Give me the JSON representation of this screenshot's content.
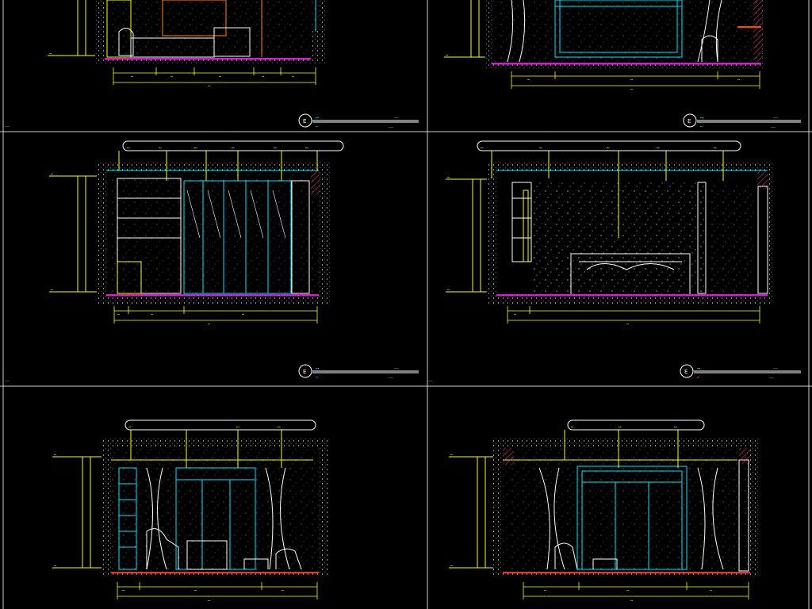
{
  "colors": {
    "background": "#000000",
    "frame": "#d0d0d0",
    "wall_hatch": "#1a1aff",
    "annotation": "#ffff00",
    "elevation_line": "#00e5ff",
    "furniture": "#ffffff",
    "accent_green": "#00ff66",
    "accent_red": "#ff2a2a",
    "accent_pink": "#ff33aa",
    "accent_magenta": "#ff00ff"
  },
  "sheet": {
    "panels": [
      {
        "id": "top-left",
        "title": "…",
        "scale": "…",
        "room": "…",
        "sub": "…",
        "note": "…",
        "tags": []
      },
      {
        "id": "top-right",
        "title": "…",
        "scale": "…",
        "room": "…",
        "sub": "…",
        "note": "",
        "tags": []
      },
      {
        "id": "middle-left",
        "title": "…",
        "scale": "…",
        "room": "…",
        "sub": "…",
        "note": "…",
        "tags": [
          "…",
          "…",
          "…",
          "…",
          "…",
          "…"
        ]
      },
      {
        "id": "middle-right",
        "title": "…",
        "scale": "…",
        "room": "…",
        "sub": "…",
        "note": "…",
        "tags": [
          "…",
          "…",
          "…",
          "…",
          "…"
        ]
      },
      {
        "id": "bottom-left",
        "title": "",
        "scale": "",
        "room": "",
        "sub": "",
        "note": "",
        "tags": [
          "…",
          "…",
          "…"
        ]
      },
      {
        "id": "bottom-right",
        "title": "",
        "scale": "",
        "room": "",
        "sub": "",
        "note": "",
        "tags": [
          "…",
          "…",
          "…"
        ]
      }
    ],
    "dimensions": {
      "top_left_bottom": [
        "…",
        "…",
        "…",
        "…",
        "…"
      ],
      "top_left_total": "…",
      "top_right_bottom": [
        "…",
        "…",
        "…"
      ],
      "top_right_total": "…",
      "middle_left_bottom": [
        "…",
        "…",
        "…"
      ],
      "middle_left_total": "…",
      "middle_right_bottom": [
        "…"
      ],
      "middle_right_total": "…",
      "bottom_left_bottom": [
        "…",
        "…",
        "…"
      ],
      "bottom_left_total": "…",
      "bottom_right_bottom": [
        "…",
        "…",
        "…"
      ],
      "bottom_right_total": "…"
    },
    "level_marks": {
      "ceiling": "…",
      "floor": "…"
    }
  }
}
